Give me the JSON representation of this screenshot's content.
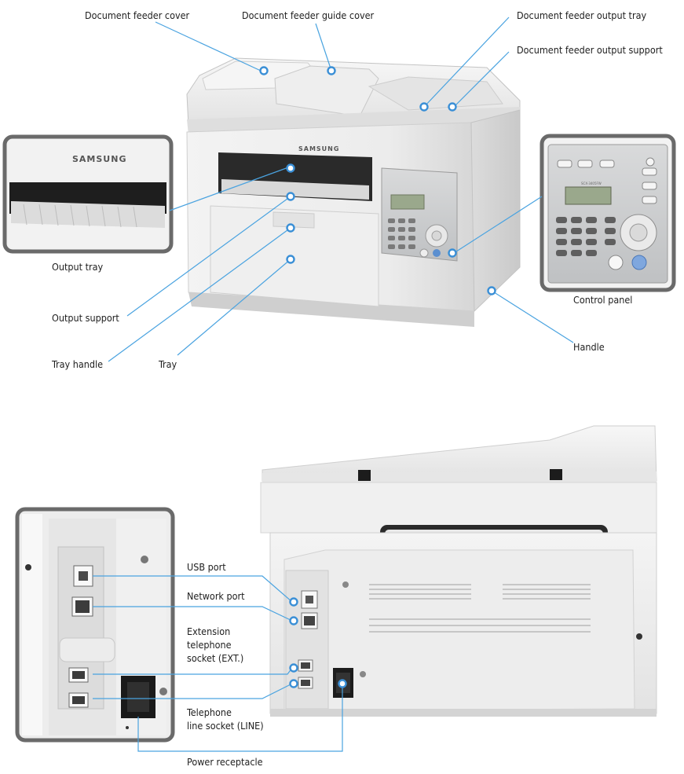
{
  "brand": "SAMSUNG",
  "model_text": "SCX-3405FW",
  "labels": {
    "document_feeder_cover": "Document feeder cover",
    "document_feeder_guide_cover": "Document feeder guide cover",
    "document_feeder_output_tray": "Document feeder output tray",
    "document_feeder_output_support": "Document feeder output support",
    "output_tray": "Output tray",
    "output_support": "Output support",
    "tray_handle": "Tray handle",
    "tray": "Tray",
    "control_panel": "Control panel",
    "handle": "Handle",
    "usb_port": "USB port",
    "network_port": "Network port",
    "extension_socket": "Extension\ntelephone\nsocket (EXT.)",
    "telephone_line_socket": "Telephone\nline socket (LINE)",
    "power_receptacle": "Power receptacle"
  },
  "colors": {
    "callout_line": "#4aa3e0",
    "callout_dot": "#3a8fd6",
    "printer_body": "#ececec",
    "panel_frame": "#6a6a6a",
    "lcd": "#9aa88c"
  }
}
